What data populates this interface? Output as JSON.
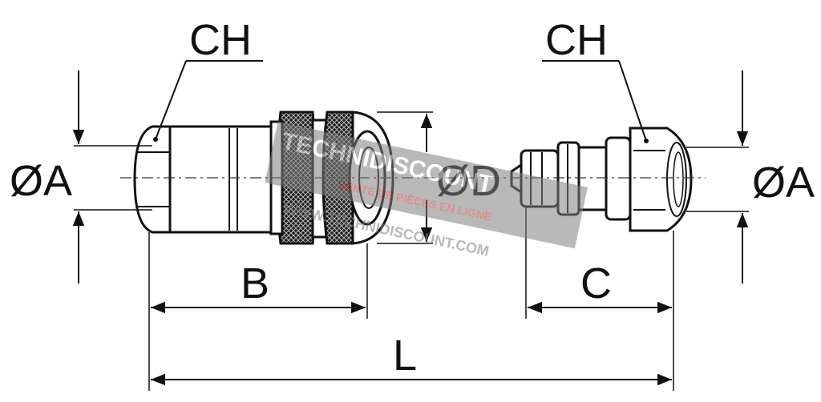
{
  "labels": {
    "ch_left": "CH",
    "ch_right": "CH",
    "dia_a_left": "ØA",
    "dia_a_right": "ØA",
    "dia_d": "ØD",
    "b": "B",
    "c": "C",
    "l": "L"
  },
  "watermark": {
    "brand": "TECHNIDISCOUNT",
    "tagline": "VENTE DE PIÈCES EN LIGNE",
    "url": "WWW.TECHNIDISCOUNT.COM"
  },
  "colors": {
    "ink": "#111111",
    "watermark_red": "#c0392b",
    "watermark_grey": "#7f7f7f"
  }
}
